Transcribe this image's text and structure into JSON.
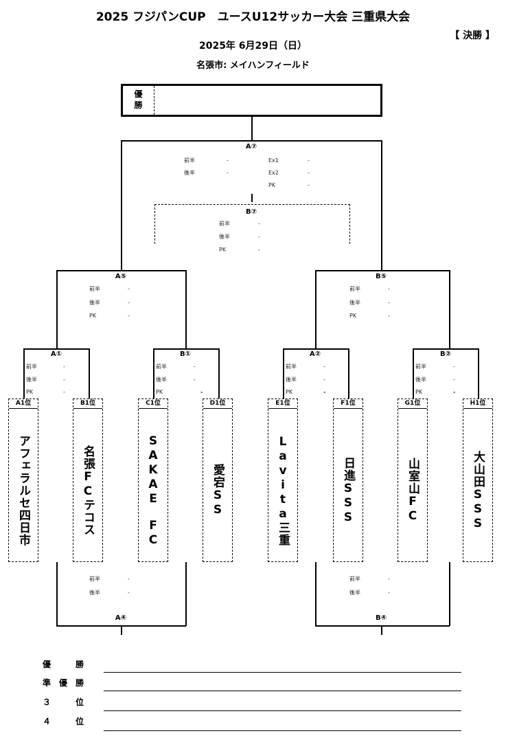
{
  "header": {
    "title": "2025 フジパンCUP　ユースU12サッカー大会 三重県大会",
    "round": "【 決勝 】",
    "date": "2025年 6月29日（日）",
    "venue": "名張市: メイハンフィールド"
  },
  "champion_box": {
    "label_top": "優",
    "label_bottom": "勝",
    "value": ""
  },
  "score_rows": {
    "first_half": "前半",
    "second_half": "後半",
    "pk": "PK",
    "ex1": "Ex1",
    "ex2": "Ex2",
    "dash": "-"
  },
  "matches": {
    "A7": "A⑦",
    "B7": "B⑦",
    "A5": "A⑤",
    "B5": "B⑤",
    "A1": "A①",
    "B1": "B①",
    "A2": "A②",
    "B2": "B②",
    "A4": "A④",
    "B4": "B④"
  },
  "teams": [
    {
      "seed": "A1位",
      "name": "アフェラルセ四日市"
    },
    {
      "seed": "B1位",
      "name": "名張FCテコス"
    },
    {
      "seed": "C1位",
      "name": "SAKAE　FC"
    },
    {
      "seed": "D1位",
      "name": "愛宕SS"
    },
    {
      "seed": "E1位",
      "name": "Lavita三重"
    },
    {
      "seed": "F1位",
      "name": "日進SSS"
    },
    {
      "seed": "G1位",
      "name": "山室山FC"
    },
    {
      "seed": "H1位",
      "name": "大山田SSS"
    }
  ],
  "results": [
    {
      "label": "優　　　勝",
      "value": ""
    },
    {
      "label": "準　優　勝",
      "value": ""
    },
    {
      "label": "３　　　位",
      "value": ""
    },
    {
      "label": "４　　　位",
      "value": ""
    }
  ]
}
